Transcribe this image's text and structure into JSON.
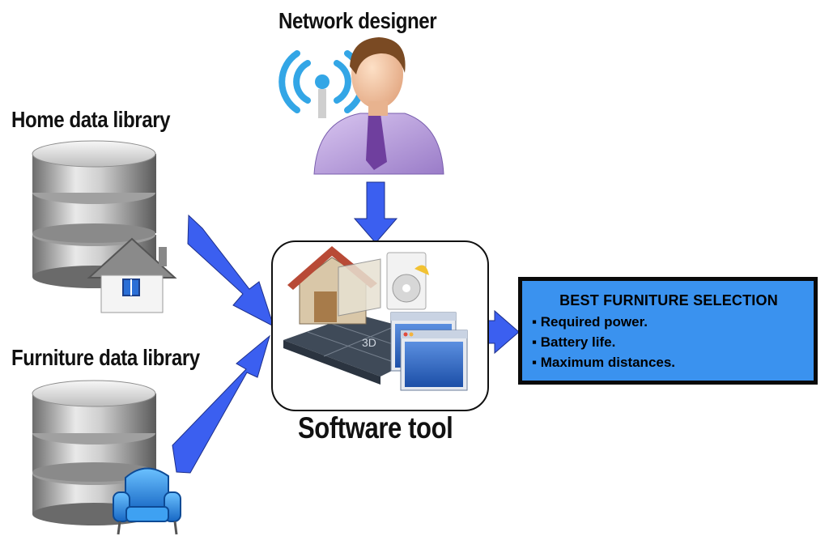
{
  "labels": {
    "network_designer": "Network designer",
    "home_library": "Home data library",
    "furniture_library": "Furniture data library",
    "software_tool": "Software tool"
  },
  "output": {
    "title": "BEST FURNITURE SELECTION",
    "items": [
      "Required power.",
      "Battery life.",
      "Maximum distances."
    ]
  },
  "colors": {
    "arrow": "#3b5ff0",
    "output_box": "#3a92ef",
    "database": "#a9a9a9",
    "armchair": "#2a8de8"
  },
  "icons": {
    "home_db": "database-house-icon",
    "furniture_db": "database-armchair-icon",
    "designer": "person-wifi-icon",
    "tool": "3d-house-design-software-icon"
  }
}
